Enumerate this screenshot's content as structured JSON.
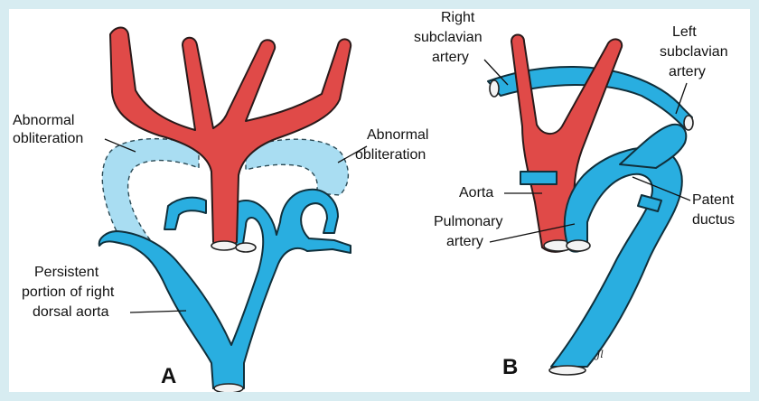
{
  "panel_a": {
    "letter": "A",
    "labels": {
      "abnormal_obliteration_left": [
        "Abnormal",
        "obliteration"
      ],
      "abnormal_obliteration_right": [
        "Abnormal",
        "obliteration"
      ],
      "persistent_dorsal_aorta": [
        "Persistent",
        "portion of right",
        "dorsal aorta"
      ]
    }
  },
  "panel_b": {
    "letter": "B",
    "labels": {
      "right_subclavian": [
        "Right",
        "subclavian",
        "artery"
      ],
      "left_subclavian": [
        "Left",
        "subclavian",
        "artery"
      ],
      "aorta": "Aorta",
      "pulmonary_artery": [
        "Pulmonary",
        "artery"
      ],
      "patent_ductus": [
        "Patent",
        "ductus"
      ]
    },
    "signature": "Jl"
  },
  "colors": {
    "artery_red": "#e04a48",
    "vessel_blue": "#29aee0",
    "obliterated_light_blue": "#a9ddf2",
    "border_light_blue": "#d7ecf1"
  }
}
